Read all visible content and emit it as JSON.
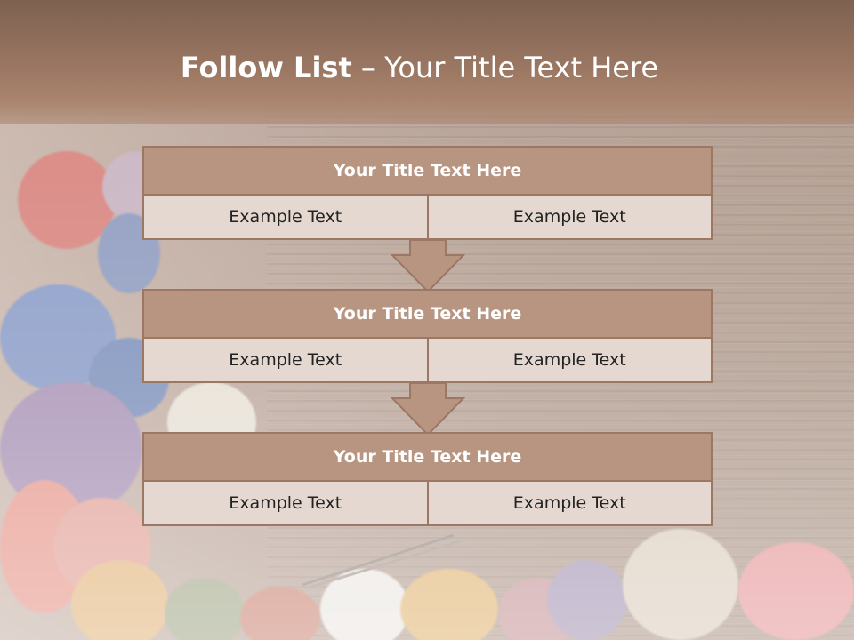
{
  "slide": {
    "title_bold": "Follow List",
    "title_rest": " – Your Title Text Here"
  },
  "steps": [
    {
      "title": "Your Title Text Here",
      "left": "Example Text",
      "right": "Example Text"
    },
    {
      "title": "Your Title Text Here",
      "left": "Example Text",
      "right": "Example Text"
    },
    {
      "title": "Your Title Text Here",
      "left": "Example Text",
      "right": "Example Text"
    }
  ],
  "colors": {
    "header_band": "#8f6e5b",
    "box_header": "#b89580",
    "box_cell": "#e5d8d1",
    "box_border": "#9c7763",
    "arrow": "#b89580"
  }
}
